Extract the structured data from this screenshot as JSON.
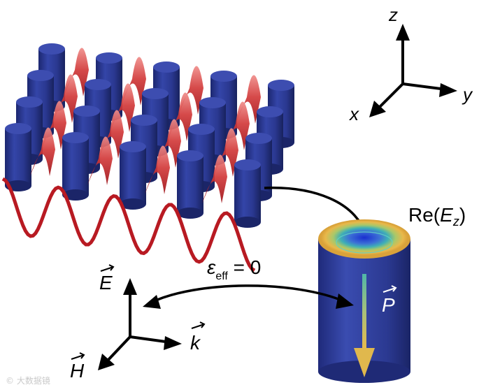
{
  "axes_top": {
    "z": "z",
    "y": "y",
    "x": "x"
  },
  "field_label": {
    "prefix": "Re(",
    "var": "E",
    "sub": "z",
    "suffix": ")"
  },
  "epsilon_label": {
    "symbol": "ε",
    "sub": "eff",
    "rest": " = 0"
  },
  "vectors": {
    "E": "E",
    "H": "H",
    "k": "k",
    "P": "P"
  },
  "watermark": "© 大数据镜",
  "colors": {
    "pillar_body": "#2d3b95",
    "pillar_top": "#3f4fb3",
    "wave": "#c81e26",
    "wave_highlight": "#f07a78",
    "ring_outer": "#e3b44c",
    "ring_mid": "#5fb8a0",
    "ring_inner": "#2a3ec2",
    "poynting": "#e0b84d"
  }
}
